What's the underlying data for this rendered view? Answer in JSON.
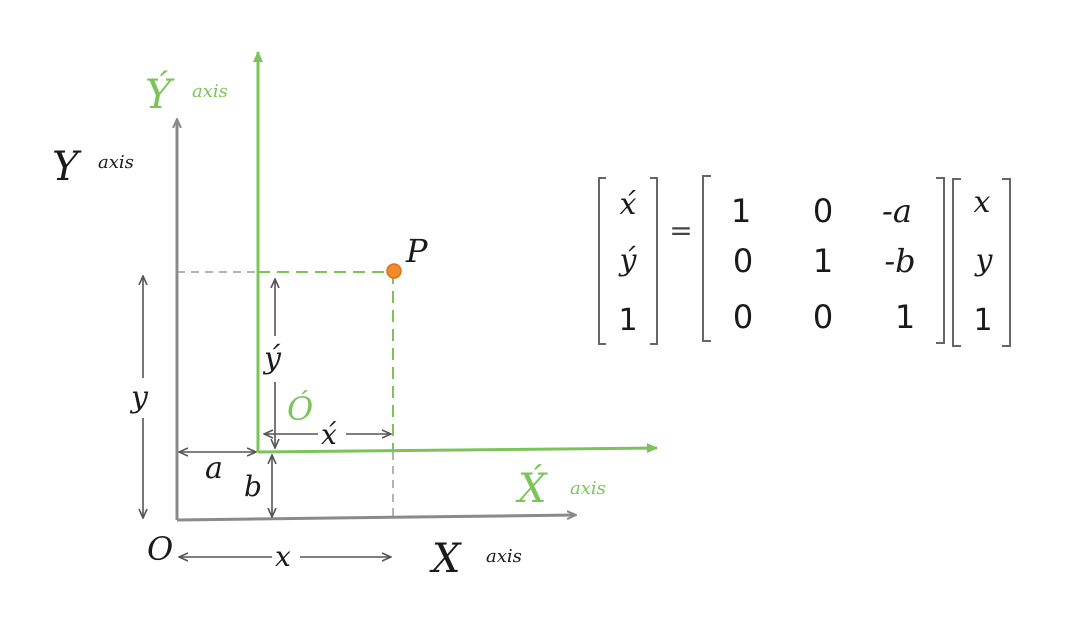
{
  "colors": {
    "ink": "#1a1a1a",
    "gray": "#8a8a8a",
    "green": "#7cc45a",
    "orange": "#f28a2a"
  },
  "labels": {
    "y_axis_letter": "Y",
    "y_axis_word": "axis",
    "yp_axis_letter": "Ý",
    "yp_axis_word": "axis",
    "x_axis_letter": "X",
    "x_axis_word": "axis",
    "xp_axis_letter": "X́",
    "xp_axis_word": "axis",
    "origin": "O",
    "origin_prime": "Ó",
    "point": "P",
    "dim_x": "x",
    "dim_y": "y",
    "dim_xp": "x́",
    "dim_yp": "ý",
    "dim_a": "a",
    "dim_b": "b"
  },
  "equation": {
    "lhs": [
      "x́",
      "ý",
      "1"
    ],
    "equals": "=",
    "matrix": [
      [
        "1",
        "0",
        "-a"
      ],
      [
        "0",
        "1",
        "-b"
      ],
      [
        "0",
        "0",
        "1"
      ]
    ],
    "rhs": [
      "x",
      "y",
      "1"
    ]
  }
}
